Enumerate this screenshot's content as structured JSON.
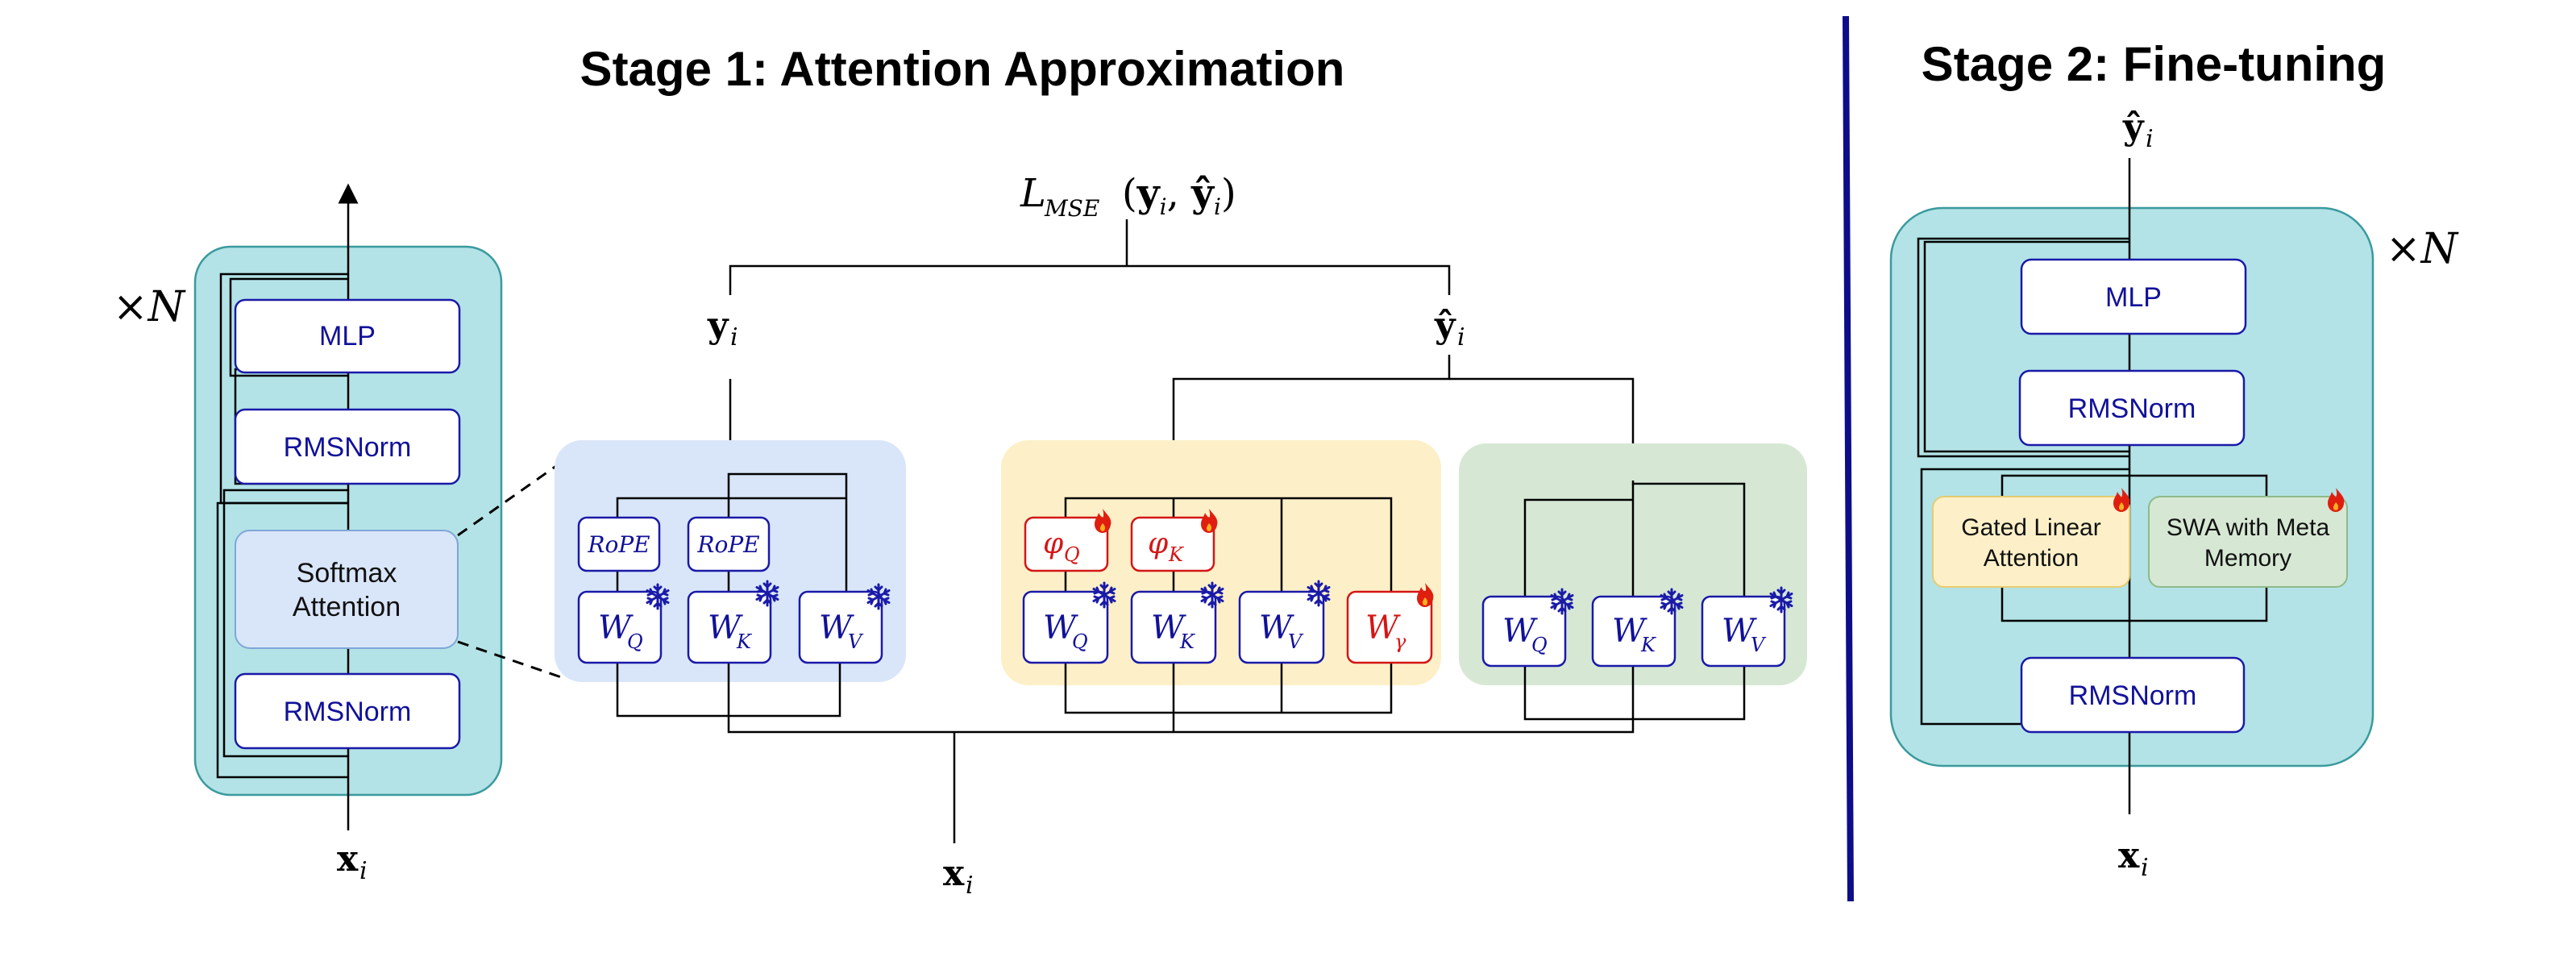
{
  "stage1": {
    "title": "Stage 1: Attention Approximation",
    "loss": "L",
    "loss_sub": "MSE",
    "loss_args": "(y",
    "y_label": "y",
    "yhat_label": "ŷ",
    "sub_i": "i",
    "x_label": "x"
  },
  "stage2": {
    "title": "Stage 2: Fine-tuning",
    "yhat_label": "ŷ",
    "x_label": "x",
    "sub_i": "i",
    "times_n": "×N",
    "mlp": "MLP",
    "rmsnorm_top": "RMSNorm",
    "rmsnorm_bottom": "RMSNorm",
    "gla_line1": "Gated Linear",
    "gla_line2": "Attention",
    "swa_line1": "SWA with Meta",
    "swa_line2": "Memory"
  },
  "left_block": {
    "times_n": "×N",
    "mlp": "MLP",
    "rmsnorm_top": "RMSNorm",
    "softmax_line1": "Softmax",
    "softmax_line2": "Attention",
    "rmsnorm_bottom": "RMSNorm",
    "x_label": "x",
    "sub_i": "i"
  },
  "blue_group": {
    "rope1": "RoPE",
    "rope2": "RoPE",
    "wq": "W",
    "wq_sub": "Q",
    "wk": "W",
    "wk_sub": "K",
    "wv": "W",
    "wv_sub": "V"
  },
  "yellow_group": {
    "phiq": "φ",
    "phiq_sub": "Q",
    "phik": "φ",
    "phik_sub": "K",
    "wq": "W",
    "wq_sub": "Q",
    "wk": "W",
    "wk_sub": "K",
    "wv": "W",
    "wv_sub": "V",
    "wg": "W",
    "wg_sub": "γ"
  },
  "green_group": {
    "wq": "W",
    "wq_sub": "Q",
    "wk": "W",
    "wk_sub": "K",
    "wv": "W",
    "wv_sub": "V"
  },
  "icons": {
    "frozen": "snowflake-icon",
    "trainable": "fire-icon"
  },
  "colors": {
    "teal": "#b3e3e6",
    "teal_border": "#3a9a9e",
    "light_blue": "#d9e6f9",
    "yellow": "#fdf0c8",
    "green": "#d6e8d4",
    "navy": "#1a1aa8",
    "red": "#d41616",
    "divider": "#0d0d8a"
  }
}
